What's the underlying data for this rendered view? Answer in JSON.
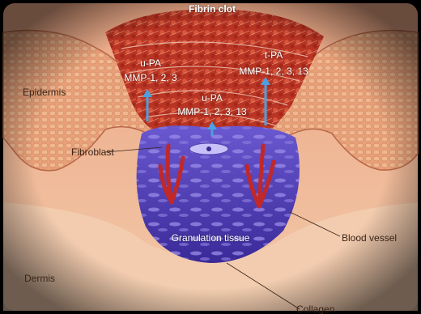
{
  "labels": {
    "fibrin_clot": "Fibrin clot",
    "epidermis": "Epidermis",
    "dermis": "Dermis",
    "fibroblast": "Fibroblast",
    "granulation_tissue": "Granulation tissue",
    "blood_vessel": "Blood vessel",
    "collagen": "Collagen"
  },
  "enzymes": {
    "left": {
      "activator": "u-PA",
      "mmp": "MMP-1, 2, 3"
    },
    "center": {
      "activator": "u-PA",
      "mmp": "MMP-1, 2, 3, 13"
    },
    "right": {
      "activator": "t-PA",
      "mmp": "MMP-1, 2, 3, 13"
    }
  },
  "colors": {
    "background": "#000000",
    "dermis": "#f0c2a0",
    "epidermis": "#e89a72",
    "clot": "#c9402a",
    "granulation": "#5a44b8",
    "vessel": "#c0282a",
    "arrow": "#4aa0e0"
  }
}
